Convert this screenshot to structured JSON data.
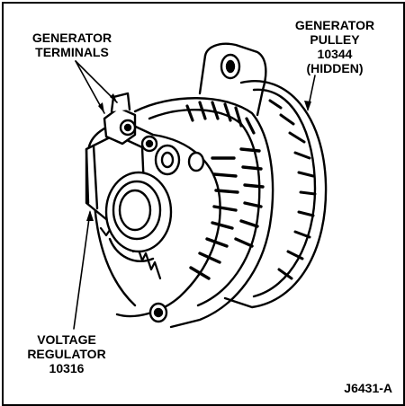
{
  "callouts": {
    "generator_terminals": [
      "GENERATOR",
      "TERMINALS"
    ],
    "generator_pulley": [
      "GENERATOR",
      "PULLEY",
      "10344",
      "(HIDDEN)"
    ],
    "voltage_regulator": [
      "VOLTAGE",
      "REGULATOR",
      "10316"
    ]
  },
  "figure_code": "J6431-A",
  "colors": {
    "ink": "#000000",
    "paper": "#ffffff"
  }
}
